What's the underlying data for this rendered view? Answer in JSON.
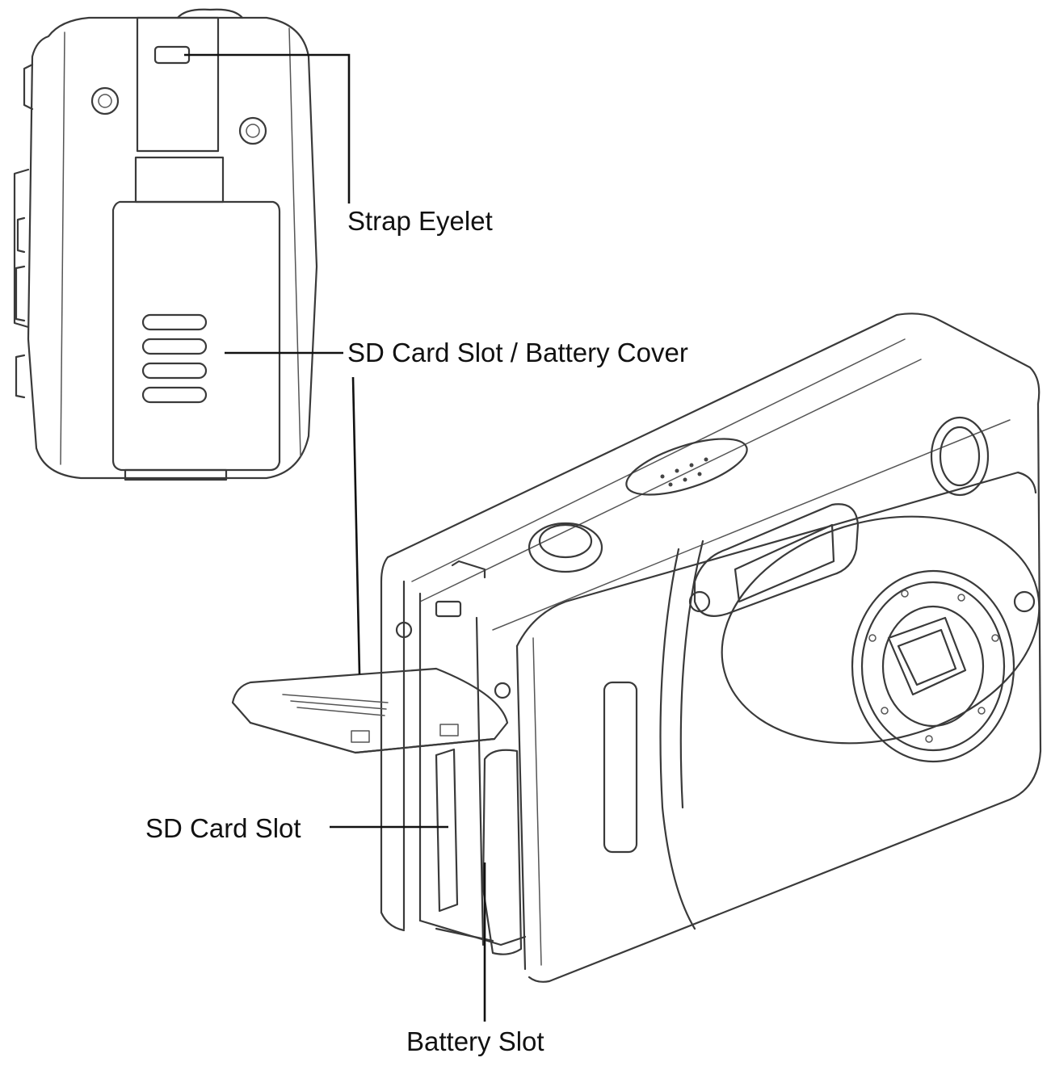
{
  "labels": {
    "strap_eyelet": "Strap Eyelet",
    "sd_cover": "SD Card Slot / Battery Cover",
    "sd_slot": "SD Card Slot",
    "battery_slot": "Battery Slot"
  },
  "colors": {
    "line": "#3a3a3a",
    "leader": "#111111",
    "background": "#ffffff"
  }
}
